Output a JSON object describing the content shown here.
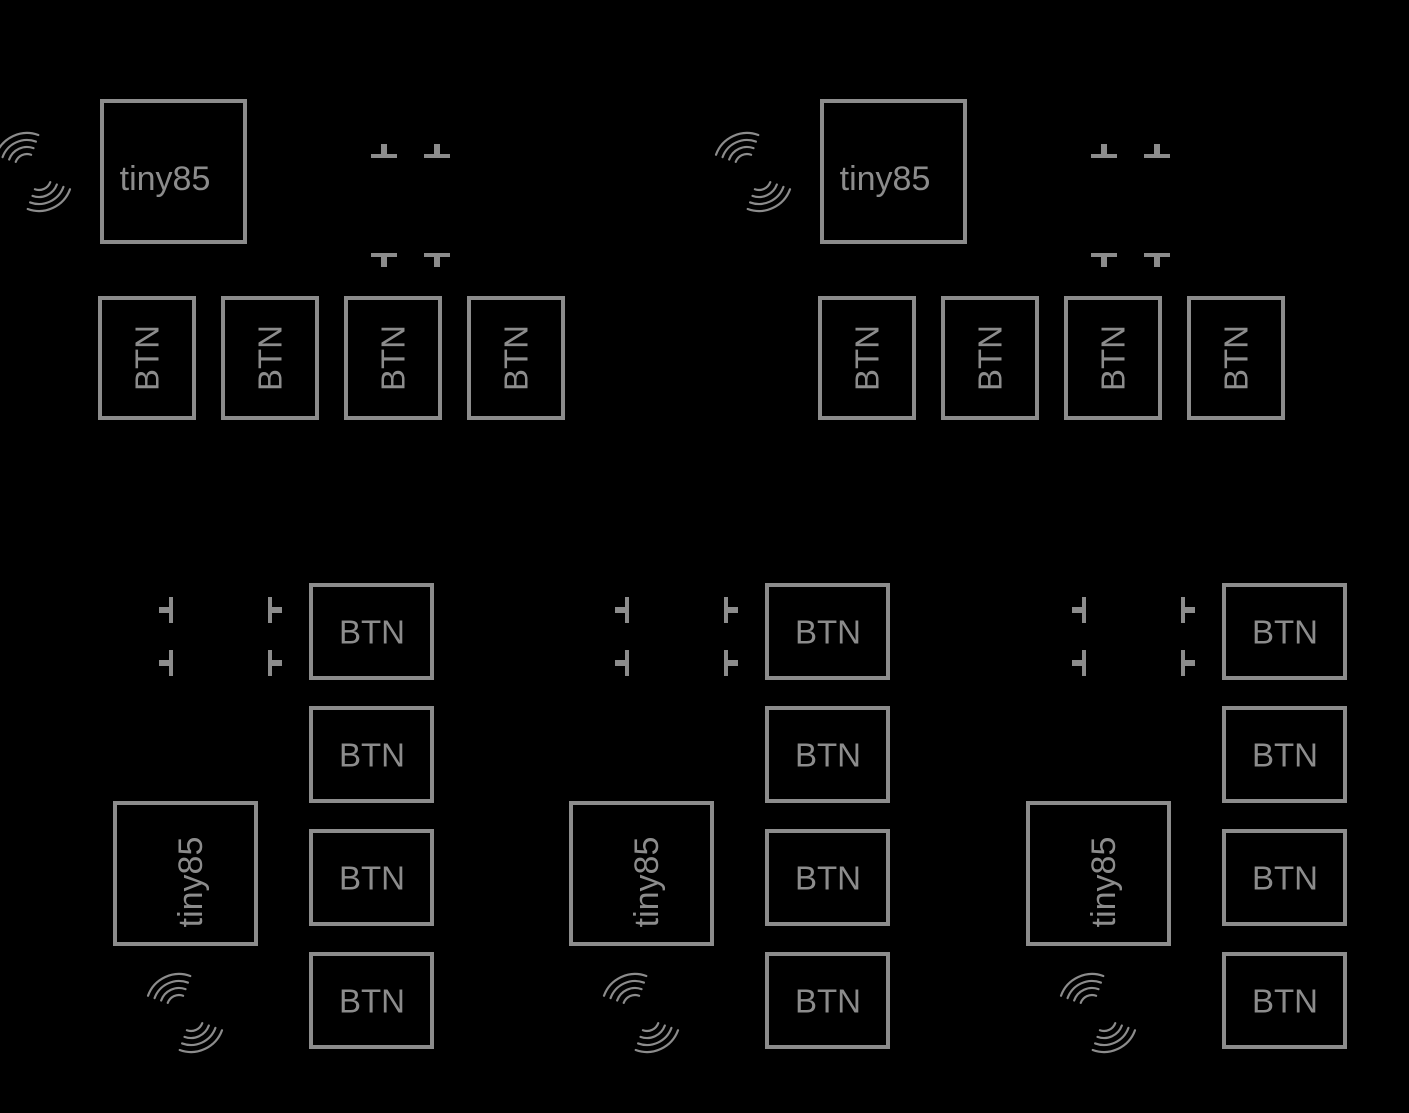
{
  "diagram": {
    "chip_label": "tiny85",
    "button_label": "BTN",
    "stroke_color": "#8c8c8c",
    "background_color": "#000000",
    "wireless_icon": "wireless-signal-icon",
    "pin_icon": "header-pin-icon",
    "layouts": [
      {
        "orientation": "horizontal",
        "buttons": [
          "BTN",
          "BTN",
          "BTN",
          "BTN"
        ],
        "chip": "tiny85"
      },
      {
        "orientation": "horizontal",
        "buttons": [
          "BTN",
          "BTN",
          "BTN",
          "BTN"
        ],
        "chip": "tiny85"
      },
      {
        "orientation": "vertical",
        "buttons": [
          "BTN",
          "BTN",
          "BTN",
          "BTN"
        ],
        "chip": "tiny85"
      },
      {
        "orientation": "vertical",
        "buttons": [
          "BTN",
          "BTN",
          "BTN",
          "BTN"
        ],
        "chip": "tiny85"
      },
      {
        "orientation": "vertical",
        "buttons": [
          "BTN",
          "BTN",
          "BTN",
          "BTN"
        ],
        "chip": "tiny85"
      }
    ]
  }
}
